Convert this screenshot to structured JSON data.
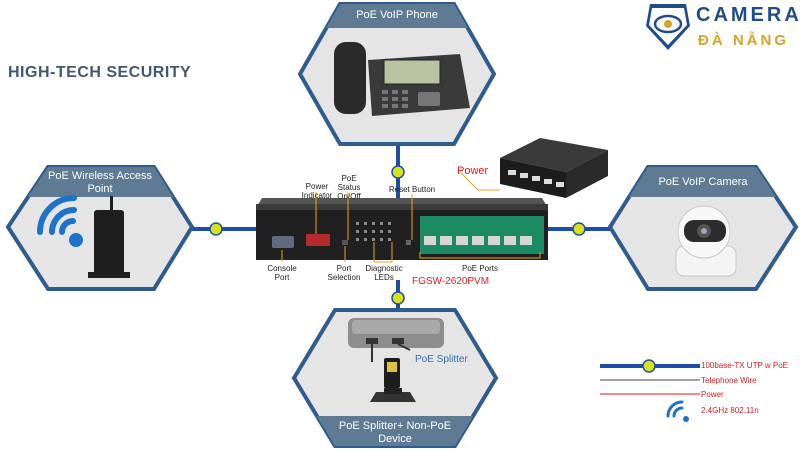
{
  "heading": "HIGH-TECH SECURITY",
  "logo": {
    "line1": "CAMERA",
    "line2": "ĐÀ NẴNG"
  },
  "nodes": {
    "top": "PoE VoIP Phone",
    "left": "PoE Wireless Access Point",
    "right": "PoE VoIP Camera",
    "bottom": "PoE Splitter+ Non-PoE Device"
  },
  "switch": {
    "model": "FGSW-2620PVM",
    "power_label": "Power",
    "reset_label": "Reset Button",
    "power_indicator": "Power Indicator",
    "poe_status": "PoE Status On/Off",
    "console_port": "Console Port",
    "port_selection": "Port Selection",
    "diagnostic_leds": "Diagnostic LEDs",
    "poe_ports": "PoE Ports"
  },
  "splitter_label": "PoE Splitter",
  "legend": [
    {
      "label": "100base-TX UTP w PoE",
      "style": "utp"
    },
    {
      "label": "Telephone Wire",
      "style": "phone"
    },
    {
      "label": "Power",
      "style": "power"
    },
    {
      "label": "2.4GHz 802.11n",
      "style": "wifi"
    }
  ],
  "colors": {
    "hex_fill": "#e5e5e5",
    "hex_border": "#2f5c8f",
    "header": "#5f7b93",
    "connector": "#1e4fa8",
    "node_dot": "#d7e21a",
    "wifi": "#1e73c9",
    "accent_red": "#e0191e"
  }
}
